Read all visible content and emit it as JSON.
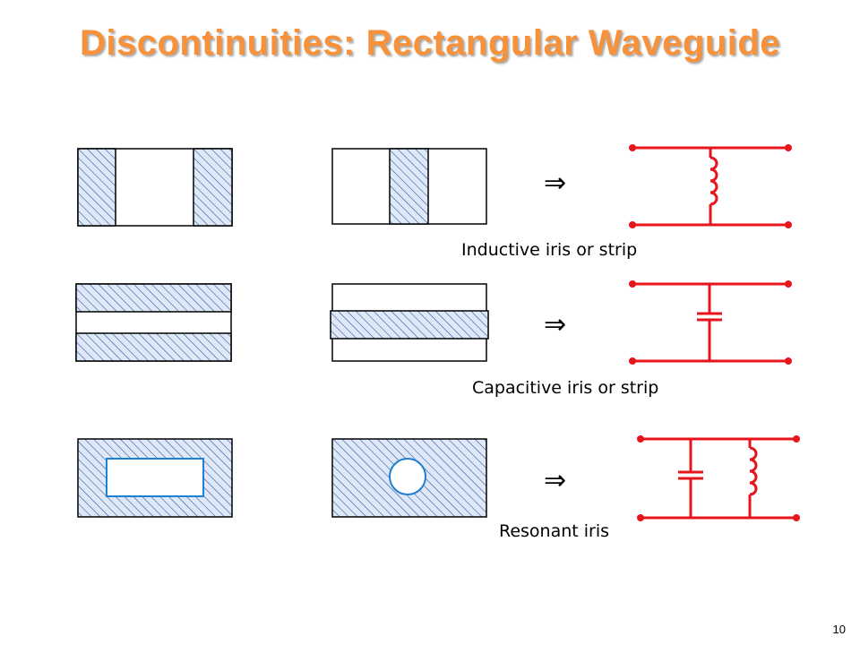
{
  "title": "Discontinuities: Rectangular Waveguide",
  "rows": [
    {
      "caption": "Inductive iris or strip",
      "arrow": "⇒",
      "circuit": "shunt-inductor"
    },
    {
      "caption": "Capacitive iris or strip",
      "arrow": "⇒",
      "circuit": "shunt-capacitor"
    },
    {
      "caption": "Resonant iris",
      "arrow": "⇒",
      "circuit": "shunt-LC-parallel"
    }
  ],
  "page_number": "10",
  "colors": {
    "title": "#f7913a",
    "circuit": "#e8141c",
    "hatch": "#1f4e9c",
    "hatch_fill": "#dfe8f6",
    "aperture": "#1f7fd1"
  }
}
